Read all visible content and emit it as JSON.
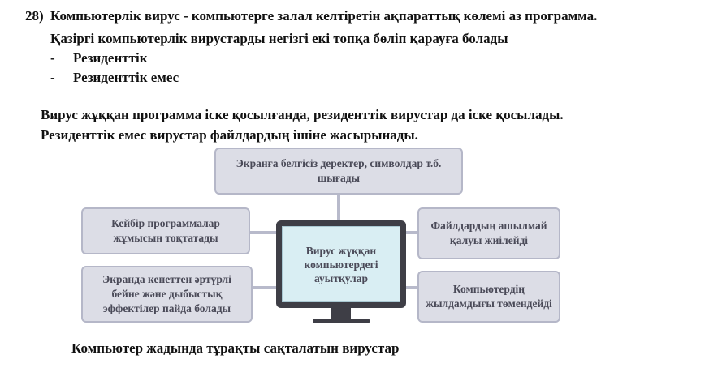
{
  "question": {
    "number": "28)",
    "definition": "Компьютерлік вирус - компьютерге залал келтіретін ақпараттық көлемі аз программа.",
    "groups_intro": "Қазіргі компьютерлік вирустарды негізгі екі топқа бөліп қарауға болады",
    "groups": [
      {
        "dash": "-",
        "label": "Резиденттік"
      },
      {
        "dash": "-",
        "label": "Резиденттік емес"
      }
    ],
    "explanation_1": "Вирус жұққан программа іске қосылғанда, резиденттік вирустар да іске қосылады.",
    "explanation_2": "Резиденттік емес   вирустар файлдардың ішіне жасырынады."
  },
  "diagram": {
    "center": "Вирус жұққан компьютердегі ауытқулар",
    "top": "Экранға белгісіз деректер, символдар т.б. шығады",
    "left_top": "Кейбір программалар жұмысын тоқтатады",
    "left_bottom": "Экранда кенеттен әртүрлі бейне және дыбыстық эффектілер пайда болады",
    "right_top": "Файлдардың ашылмай қалуы жиілейді",
    "right_bottom": "Компьютердің жылдамдығы төмендейді",
    "colors": {
      "box_fill": "#dcdde6",
      "box_border": "#b5b7c8",
      "screen": "#d9eef3",
      "monitor": "#3e3e46"
    }
  },
  "footer": "Компьютер жадында тұрақты сақталатын вирустар"
}
